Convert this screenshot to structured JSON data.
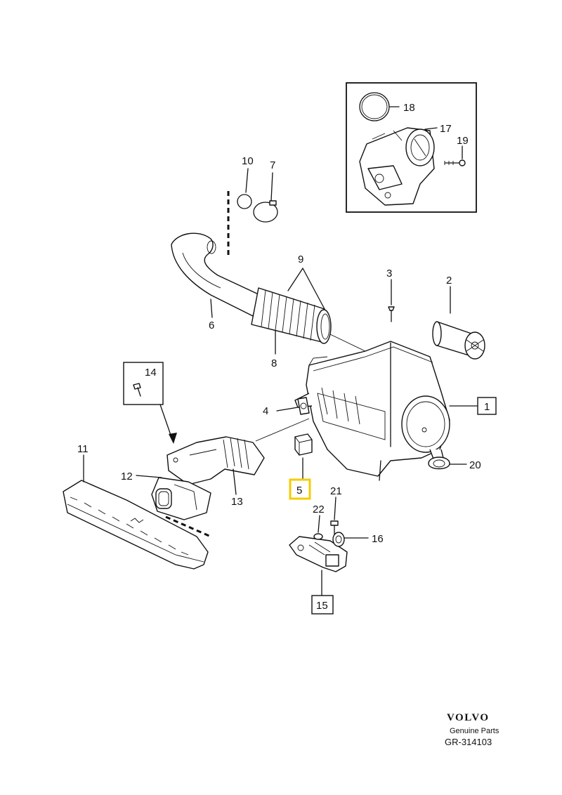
{
  "callouts": {
    "c1": "1",
    "c2": "2",
    "c3": "3",
    "c4": "4",
    "c5": "5",
    "c6": "6",
    "c7": "7",
    "c8": "8",
    "c9": "9",
    "c10": "10",
    "c11": "11",
    "c12": "12",
    "c13": "13",
    "c14": "14",
    "c15": "15",
    "c16": "16",
    "c17": "17",
    "c18": "18",
    "c19": "19",
    "c20": "20",
    "c21": "21",
    "c22": "22"
  },
  "highlight_color": "#f5cc00",
  "footer": {
    "brand": "VOLVO",
    "subtitle": "Genuine Parts",
    "code": "GR-314103"
  }
}
